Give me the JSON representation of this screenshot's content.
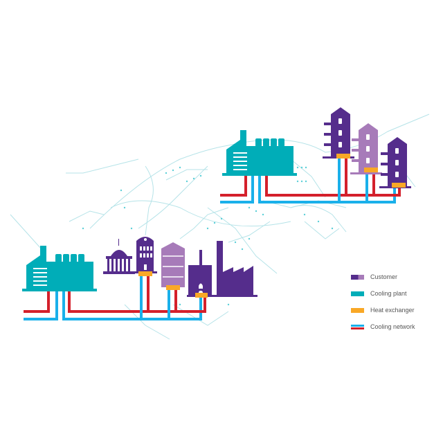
{
  "colors": {
    "customer_dark": "#552d8c",
    "customer_light": "#a77bb9",
    "cooling_plant": "#00adb8",
    "heat_exchanger": "#f9a826",
    "supply": "#1ab0ea",
    "return": "#d4202b",
    "streets": "#b5e3e8"
  },
  "legend": {
    "customer": "Customer",
    "cooling_plant": "Cooling plant",
    "heat_exchanger": "Heat exchanger",
    "cooling_network": "Cooling network"
  }
}
